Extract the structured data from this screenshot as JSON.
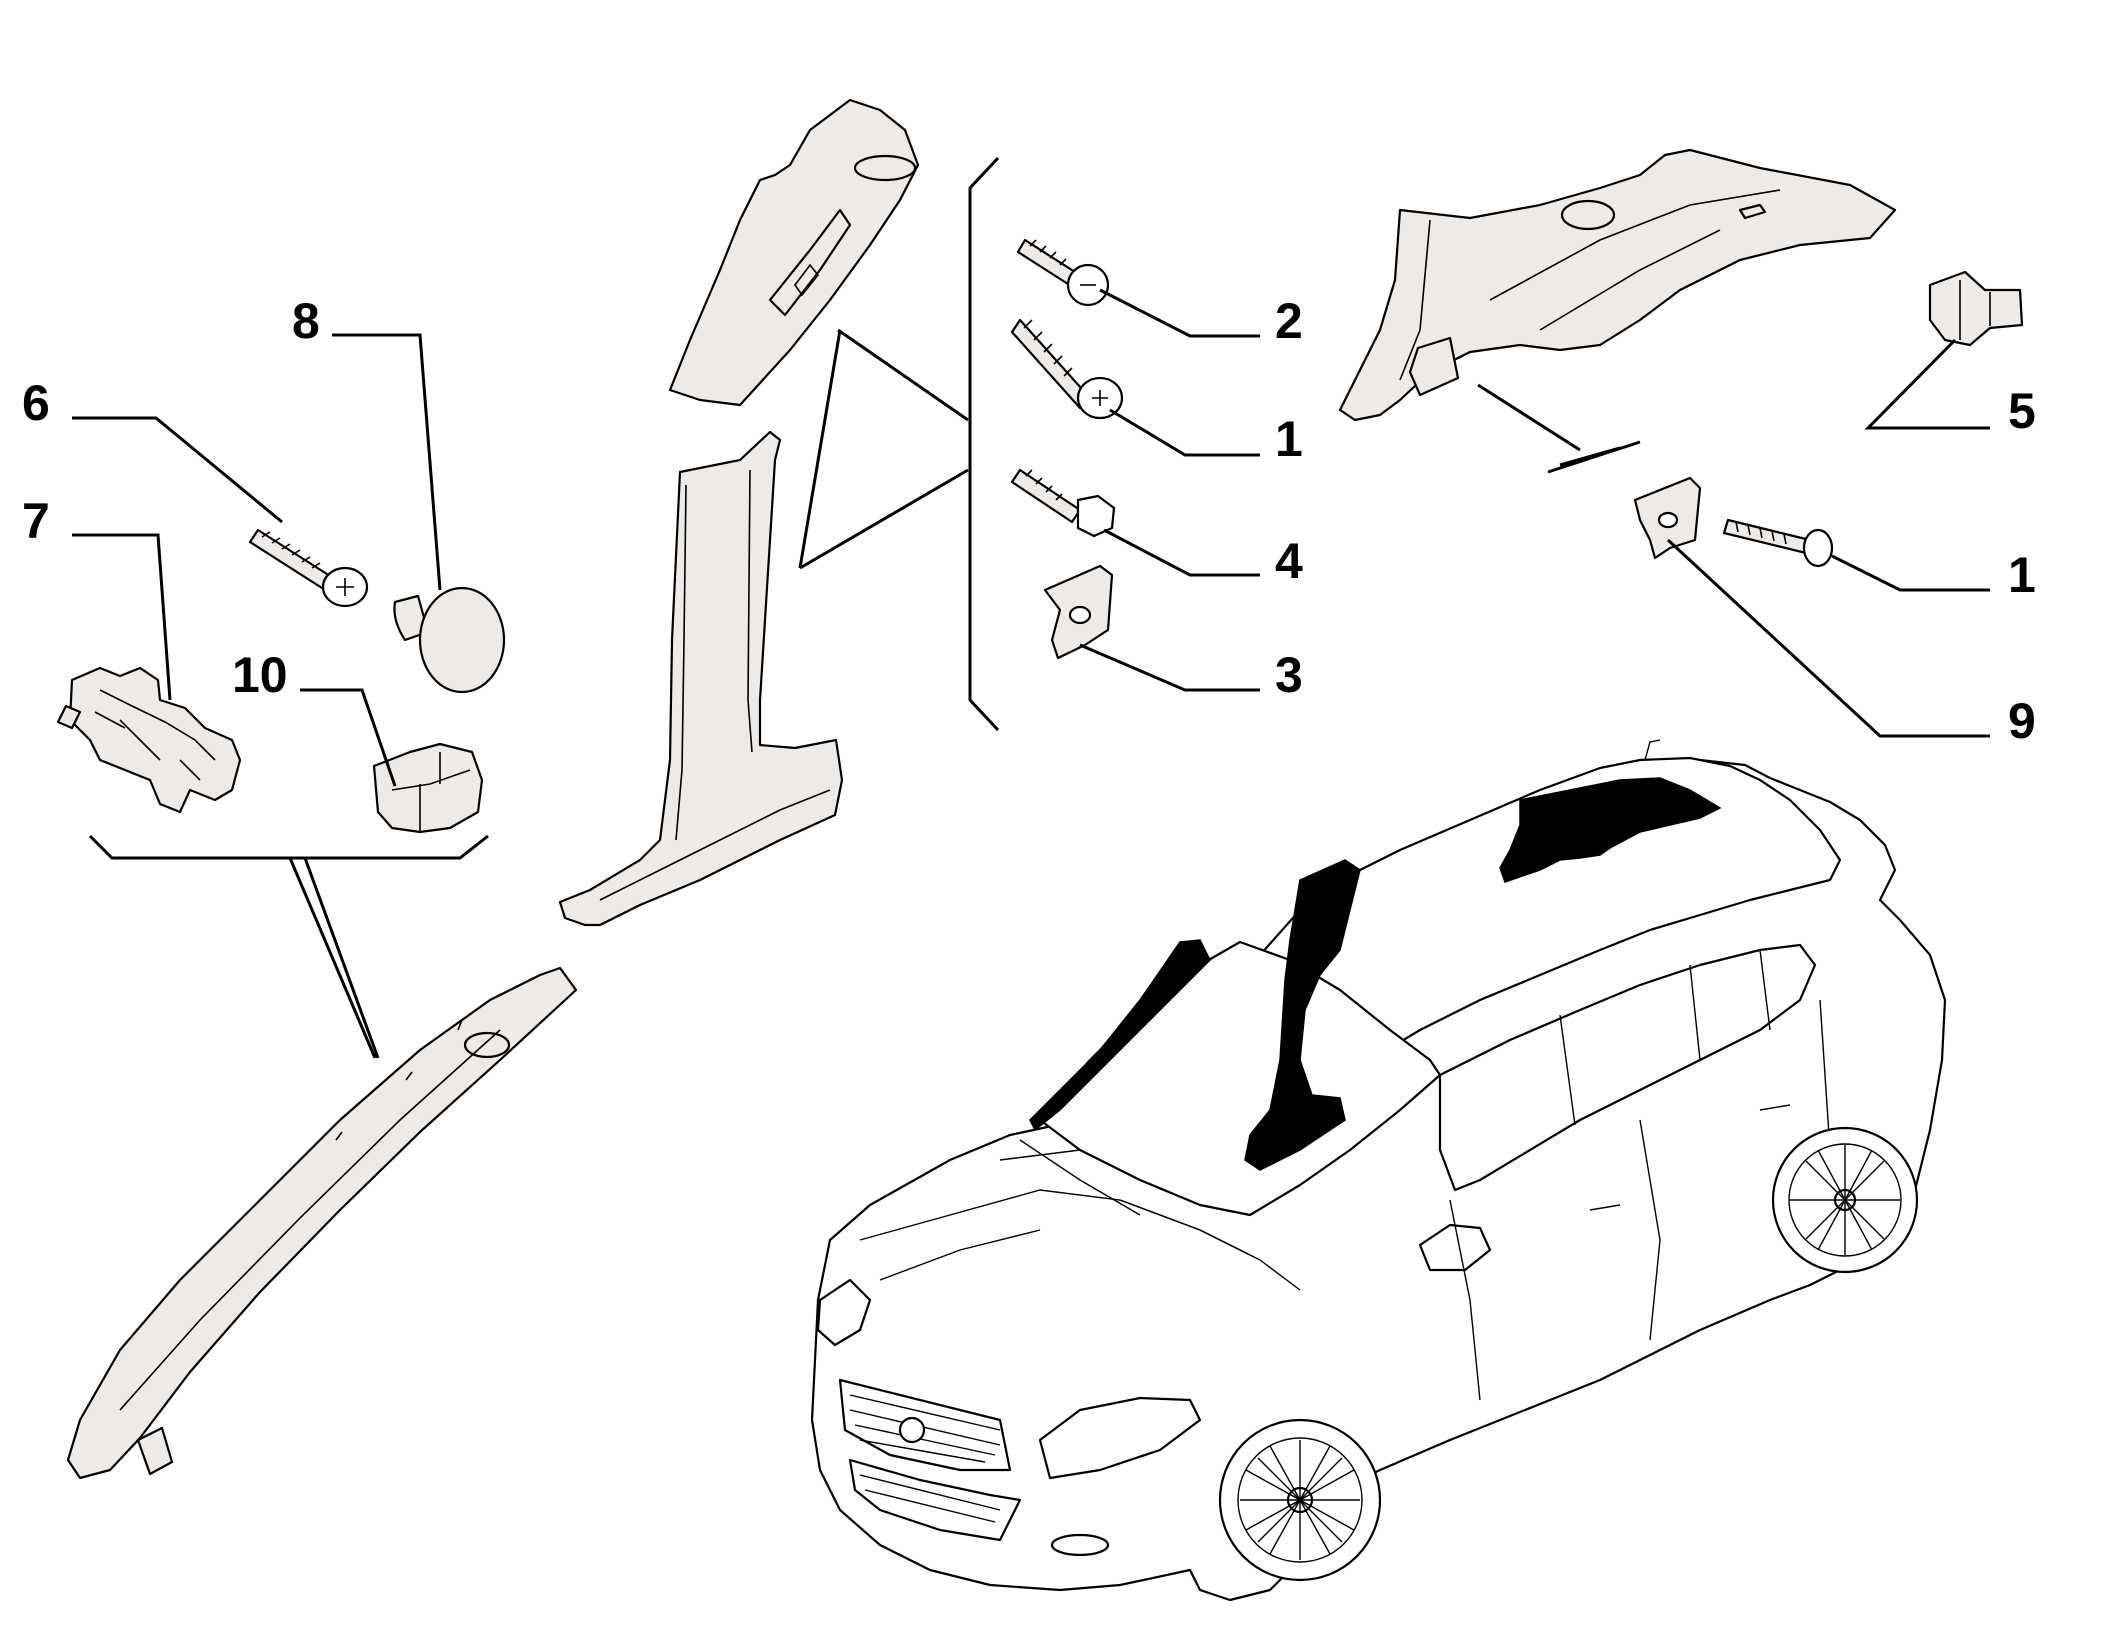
{
  "diagram": {
    "callouts": [
      "2",
      "1",
      "4",
      "3",
      "5",
      "1",
      "9",
      "8",
      "6",
      "7",
      "10"
    ]
  }
}
